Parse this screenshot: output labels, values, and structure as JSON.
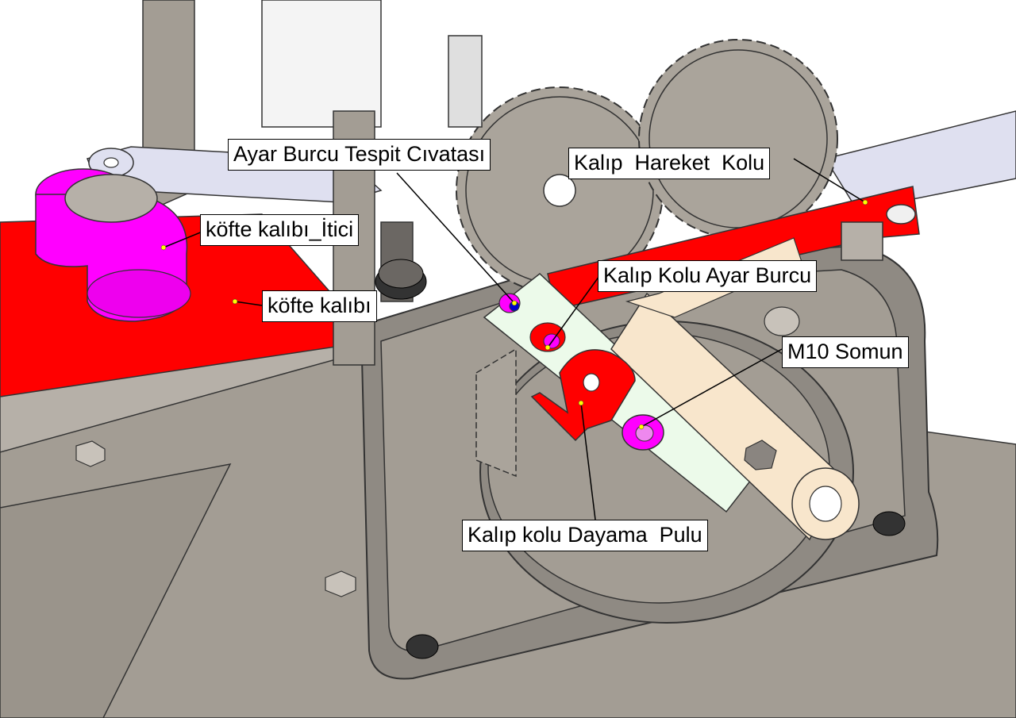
{
  "diagram": {
    "colors": {
      "base_gray": "#a39d94",
      "panel_gray": "#8f8a83",
      "dark_gray": "#6b6763",
      "red_part": "#ff0000",
      "magenta_part": "#ff00ff",
      "light_blue_part": "#dfe0f0",
      "cream_part": "#f8e6cc",
      "mint_part": "#ecfaea",
      "gear_gray": "#aaa49b",
      "leader_dot": "#ffff00"
    },
    "callouts": {
      "ayar_burcu_tespit": "Ayar Burcu Tespit Cıvatası",
      "kalip_hareket_kolu": "Kalıp  Hareket  Kolu",
      "kofte_kalibi_itici": "köfte kalıbı_İtici",
      "kalip_kolu_ayar_burcu": "Kalıp Kolu Ayar Burcu",
      "kofte_kalibi": "köfte kalıbı",
      "m10_somun": "M10 Somun",
      "kalip_kolu_dayama_pulu": "Kalıp kolu Dayama  Pulu"
    }
  }
}
